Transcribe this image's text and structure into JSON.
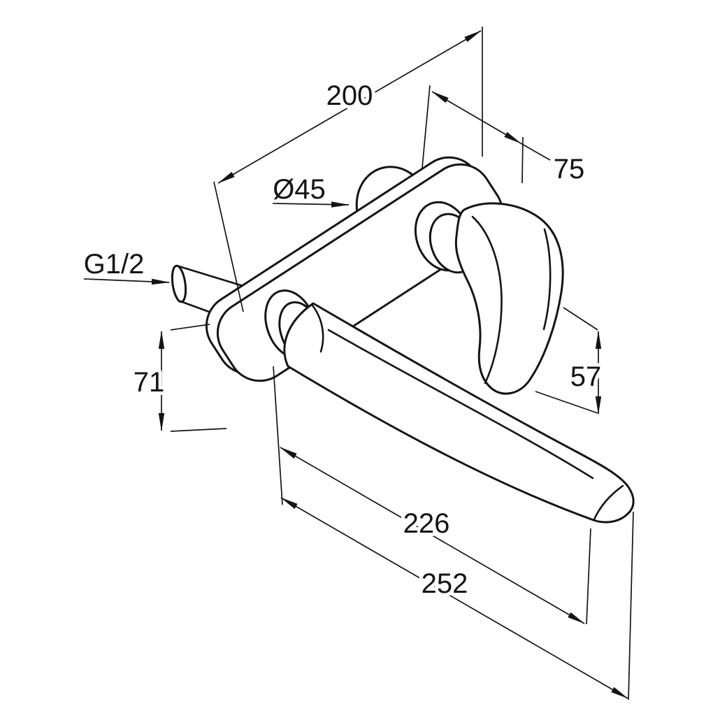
{
  "page": {
    "background": "#ffffff",
    "line_color": "#141414"
  },
  "drawing": {
    "labels": {
      "plate_length": "200",
      "plate_width": "75",
      "rosette_diameter": "Ø45",
      "thread": "G1/2",
      "offset_height": "71",
      "handle_height": "57",
      "spout_inner": "226",
      "spout_outer": "252"
    }
  }
}
